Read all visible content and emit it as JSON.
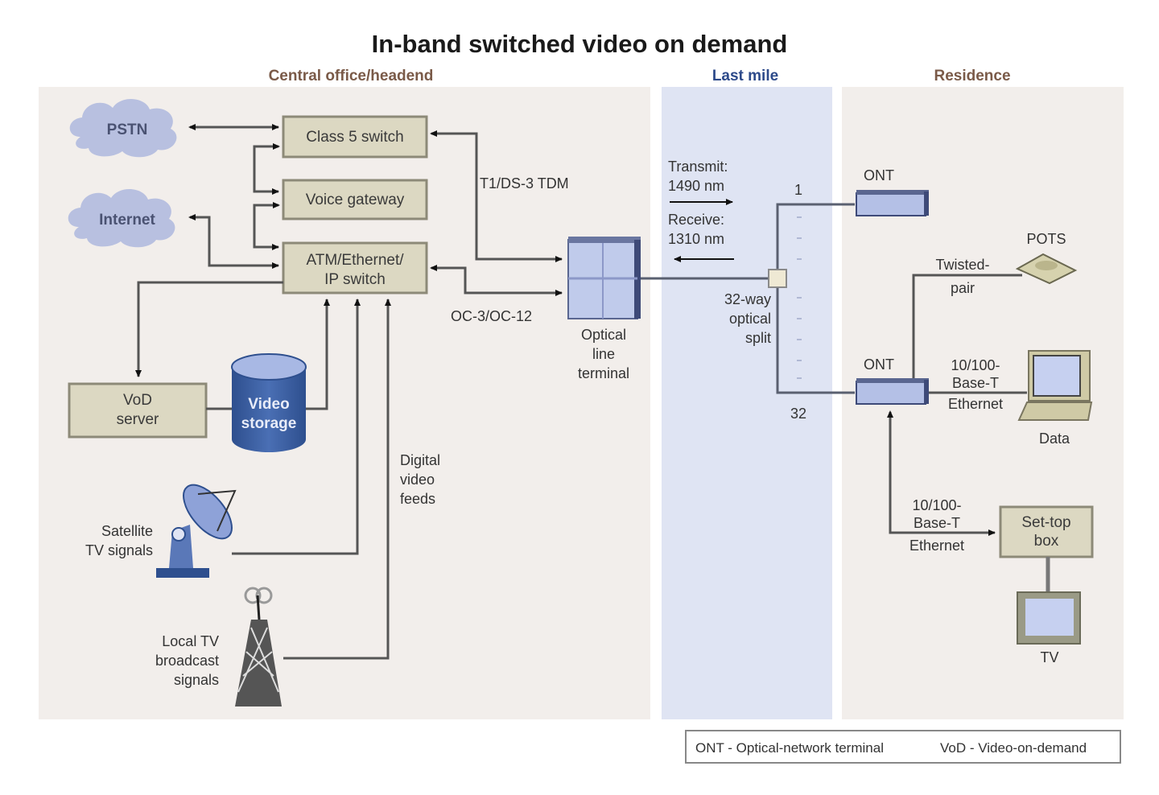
{
  "title": "In-band switched video on demand",
  "zones": [
    {
      "label": "Central office/headend",
      "color": "#7a5a48"
    },
    {
      "label": "Last mile",
      "color": "#2d4a8a"
    },
    {
      "label": "Residence",
      "color": "#7a5a48"
    }
  ],
  "colors": {
    "central_bg": "#f2eeeb",
    "lastmile_bg": "#dfe4f3",
    "residence_bg": "#f2eeeb",
    "box_fill": "#dcd8c2",
    "box_stroke": "#8d8a78",
    "cloud_fill": "#b8c0e0",
    "device_blue": "#b4c0e6",
    "storage_blue": "#3c5fa0"
  },
  "clouds": {
    "pstn": "PSTN",
    "internet": "Internet"
  },
  "boxes": {
    "class5": "Class 5 switch",
    "voice_gateway": "Voice gateway",
    "atm_switch_line1": "ATM/Ethernet/",
    "atm_switch_line2": "IP switch",
    "vod_line1": "VoD",
    "vod_line2": "server",
    "storage_line1": "Video",
    "storage_line2": "storage",
    "settop_line1": "Set-top",
    "settop_line2": "box"
  },
  "labels": {
    "tdm": "T1/DS-3 TDM",
    "oc": "OC-3/OC-12",
    "olt": [
      "Optical",
      "line",
      "terminal"
    ],
    "transmit": [
      "Transmit:",
      "1490 nm"
    ],
    "receive": [
      "Receive:",
      "1310 nm"
    ],
    "split": [
      "32-way",
      "optical",
      "split"
    ],
    "port_first": "1",
    "port_last": "32",
    "ont_top": "ONT",
    "ont_bottom": "ONT",
    "twisted": [
      "Twisted-",
      "pair"
    ],
    "pots": "POTS",
    "eth_data": [
      "10/100-",
      "Base-T",
      "Ethernet"
    ],
    "data": "Data",
    "eth_stb": [
      "10/100-",
      "Base-T",
      "Ethernet"
    ],
    "tv": "TV",
    "digital_feeds": [
      "Digital",
      "video",
      "feeds"
    ],
    "satellite": [
      "Satellite",
      "TV signals"
    ],
    "local_tv": [
      "Local TV",
      "broadcast",
      "signals"
    ]
  },
  "legend": {
    "ont": "ONT - Optical-network terminal",
    "vod": "VoD - Video-on-demand"
  }
}
